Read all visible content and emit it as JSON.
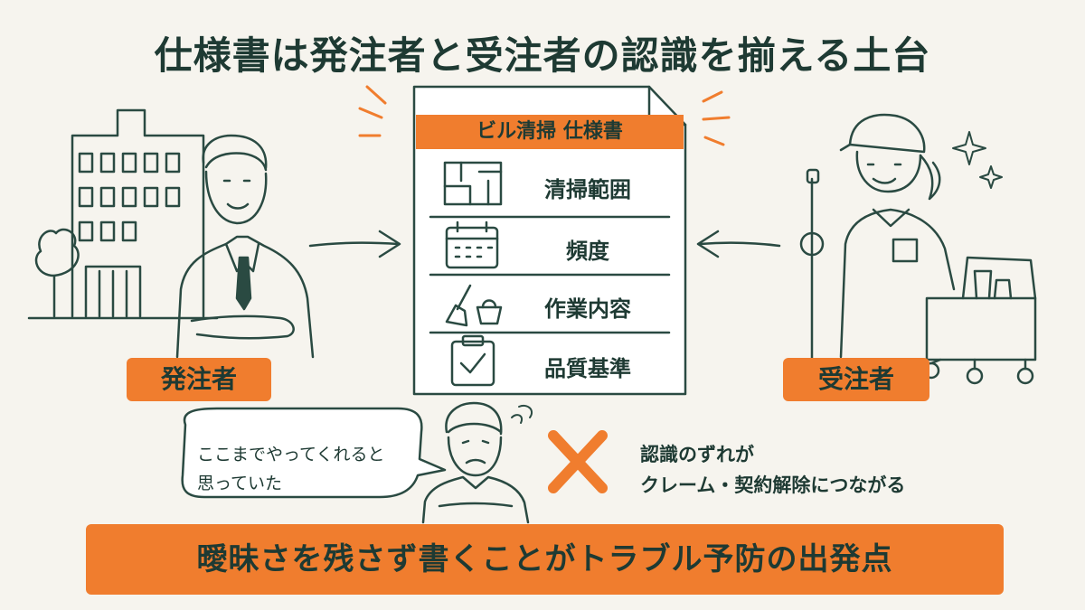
{
  "title": "仕様書は発注者と受注者の認識を揃える土台",
  "document": {
    "header": "ビル清掃 仕様書",
    "items": [
      {
        "label": "清掃範囲",
        "icon": "floor-plan-icon"
      },
      {
        "label": "頻度",
        "icon": "calendar-icon"
      },
      {
        "label": "作業内容",
        "icon": "broom-bucket-icon"
      },
      {
        "label": "品質基準",
        "icon": "clipboard-check-icon"
      }
    ]
  },
  "client": {
    "label": "発注者"
  },
  "contractor": {
    "label": "受注者"
  },
  "speech": {
    "text": "ここまでやってくれると\n思っていた"
  },
  "warning": {
    "line1": "認識のずれが",
    "line2": "クレーム・契約解除につながる"
  },
  "banner": {
    "text": "曖昧さを残さず書くことがトラブル予防の出発点"
  },
  "colors": {
    "accent": "#f07d2e",
    "ink": "#1e3a33",
    "background": "#f6f4ee"
  }
}
